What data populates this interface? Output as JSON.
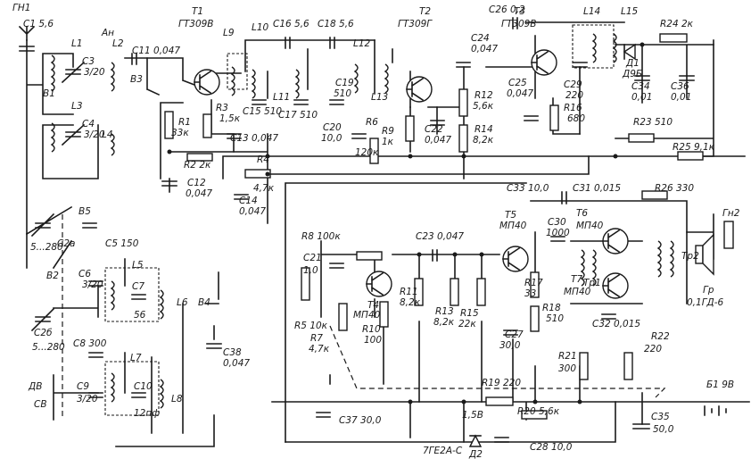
{
  "labels": [
    {
      "t": "ГН1"
    },
    {
      "t": "C1 5,6"
    },
    {
      "t": "L1"
    },
    {
      "t": "C3"
    },
    {
      "t": "3/20"
    },
    {
      "t": "В1"
    },
    {
      "t": "L3"
    },
    {
      "t": "C4"
    },
    {
      "t": "3/20"
    },
    {
      "t": "Ан"
    },
    {
      "t": "L2"
    },
    {
      "t": "C11 0,047"
    },
    {
      "t": "В3"
    },
    {
      "t": "L4"
    },
    {
      "t": "T1"
    },
    {
      "t": "ГТ309В"
    },
    {
      "t": "R1"
    },
    {
      "t": "33к"
    },
    {
      "t": "R3"
    },
    {
      "t": "1,5к"
    },
    {
      "t": "C13 0,047"
    },
    {
      "t": "R2 2к"
    },
    {
      "t": "C12"
    },
    {
      "t": "0,047"
    },
    {
      "t": "L9"
    },
    {
      "t": "L10"
    },
    {
      "t": "C16 5,6"
    },
    {
      "t": "C18 5,6"
    },
    {
      "t": "C15 510"
    },
    {
      "t": "L11"
    },
    {
      "t": "C17 510"
    },
    {
      "t": "L12"
    },
    {
      "t": "C19"
    },
    {
      "t": "510"
    },
    {
      "t": "L13"
    },
    {
      "t": "T2"
    },
    {
      "t": "ГТ309Г"
    },
    {
      "t": "C20"
    },
    {
      "t": "10,0"
    },
    {
      "t": "R6"
    },
    {
      "t": "120к"
    },
    {
      "t": "R9"
    },
    {
      "t": "1к"
    },
    {
      "t": "C22"
    },
    {
      "t": "0,047"
    },
    {
      "t": "C24"
    },
    {
      "t": "0,047"
    },
    {
      "t": "R12"
    },
    {
      "t": "5,6к"
    },
    {
      "t": "R14"
    },
    {
      "t": "8,2к"
    },
    {
      "t": "C26 0,2"
    },
    {
      "t": "T3"
    },
    {
      "t": "ГТ309В"
    },
    {
      "t": "C25"
    },
    {
      "t": "0,047"
    },
    {
      "t": "C29"
    },
    {
      "t": "220"
    },
    {
      "t": "R16"
    },
    {
      "t": "680"
    },
    {
      "t": "L14"
    },
    {
      "t": "L15"
    },
    {
      "t": "Д1"
    },
    {
      "t": "Д9Б"
    },
    {
      "t": "R24 2к"
    },
    {
      "t": "C34"
    },
    {
      "t": "0,01"
    },
    {
      "t": "C36"
    },
    {
      "t": "0,01"
    },
    {
      "t": "R23 510"
    },
    {
      "t": "R25 9,1к"
    },
    {
      "t": "R4"
    },
    {
      "t": "4,7к"
    },
    {
      "t": "C14"
    },
    {
      "t": "0,047"
    },
    {
      "t": "В5"
    },
    {
      "t": "C2а"
    },
    {
      "t": "5...280"
    },
    {
      "t": "C5 150"
    },
    {
      "t": "В2"
    },
    {
      "t": "C6"
    },
    {
      "t": "3/20"
    },
    {
      "t": "L5"
    },
    {
      "t": "C7"
    },
    {
      "t": "56"
    },
    {
      "t": "L6"
    },
    {
      "t": "В4"
    },
    {
      "t": "C2б"
    },
    {
      "t": "5...280"
    },
    {
      "t": "C8 300"
    },
    {
      "t": "C38"
    },
    {
      "t": "0,047"
    },
    {
      "t": "L7"
    },
    {
      "t": "C10"
    },
    {
      "t": "12пф"
    },
    {
      "t": "C9"
    },
    {
      "t": "3/20"
    },
    {
      "t": "L8"
    },
    {
      "t": "ДВ"
    },
    {
      "t": "СВ"
    },
    {
      "t": "R8 100к"
    },
    {
      "t": "C21"
    },
    {
      "t": "1,0"
    },
    {
      "t": "R5 10к"
    },
    {
      "t": "T4"
    },
    {
      "t": "МП40"
    },
    {
      "t": "R10"
    },
    {
      "t": "100"
    },
    {
      "t": "R7"
    },
    {
      "t": "4,7к"
    },
    {
      "t": "C23 0,047"
    },
    {
      "t": "R11"
    },
    {
      "t": "8,2к"
    },
    {
      "t": "R13"
    },
    {
      "t": "8,2к"
    },
    {
      "t": "R15"
    },
    {
      "t": "22к"
    },
    {
      "t": "T5"
    },
    {
      "t": "МП40"
    },
    {
      "t": "R17"
    },
    {
      "t": "33"
    },
    {
      "t": "C27"
    },
    {
      "t": "30,0"
    },
    {
      "t": "R18"
    },
    {
      "t": "510"
    },
    {
      "t": "C33 10,0"
    },
    {
      "t": "C31 0,015"
    },
    {
      "t": "R26 330"
    },
    {
      "t": "C30"
    },
    {
      "t": "1000"
    },
    {
      "t": "T6"
    },
    {
      "t": "МП40"
    },
    {
      "t": "Тр1"
    },
    {
      "t": "Тр2"
    },
    {
      "t": "Гн2"
    },
    {
      "t": "Гр"
    },
    {
      "t": "0,1ГД-6"
    },
    {
      "t": "T7"
    },
    {
      "t": "МП40"
    },
    {
      "t": "C32 0,015"
    },
    {
      "t": "R21"
    },
    {
      "t": "300"
    },
    {
      "t": "R22"
    },
    {
      "t": "220"
    },
    {
      "t": "R19 220"
    },
    {
      "t": "Б1 9В"
    },
    {
      "t": "C37 30,0"
    },
    {
      "t": "1,5В"
    },
    {
      "t": "R20 5,6к"
    },
    {
      "t": "Д2"
    },
    {
      "t": "7ГЕ2А-С"
    },
    {
      "t": "C28 10,0"
    },
    {
      "t": "C35"
    },
    {
      "t": "50,0"
    }
  ]
}
